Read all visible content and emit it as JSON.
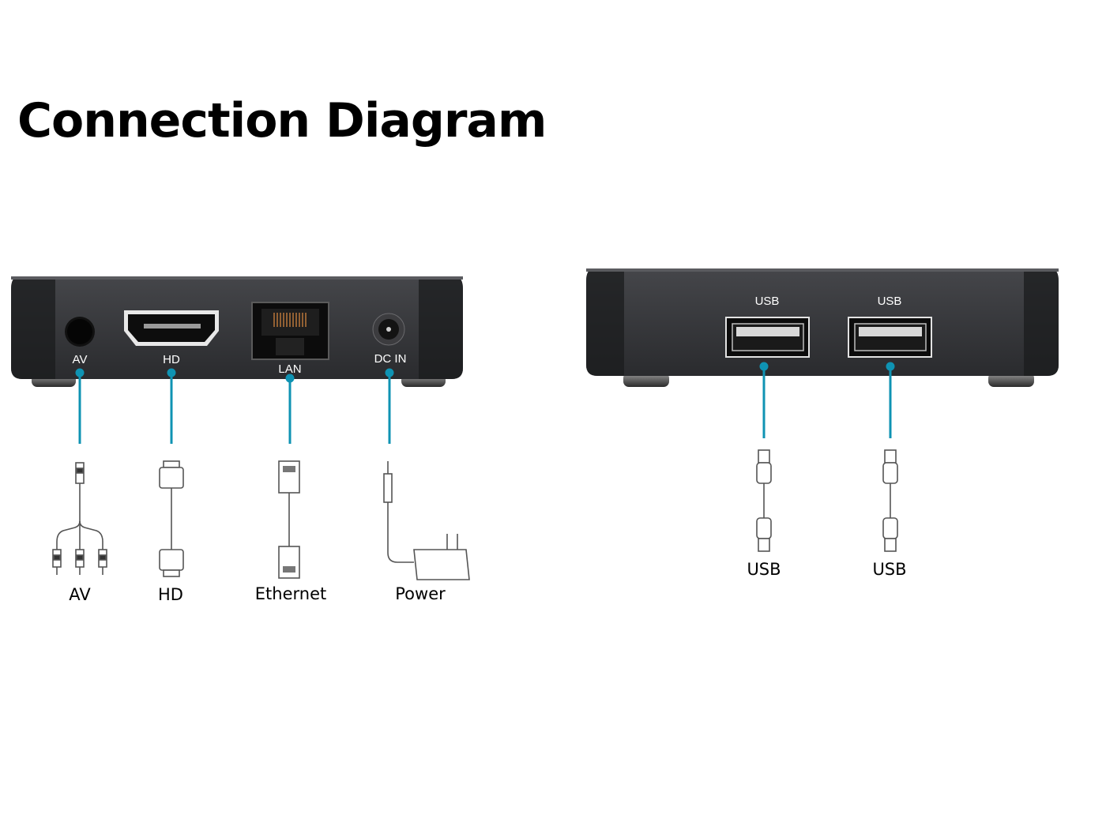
{
  "title": "Connection Diagram",
  "colors": {
    "accent": "#0f93b3",
    "device_body": "#2c2d30",
    "device_top": "#1c1d1f",
    "label": "#000000"
  },
  "back_panel": {
    "ports": [
      {
        "id": "av",
        "port_label": "AV",
        "cable_label": "AV",
        "icon": "rca-av-cable-icon"
      },
      {
        "id": "hd",
        "port_label": "HD",
        "cable_label": "HD",
        "icon": "hdmi-cable-icon"
      },
      {
        "id": "lan",
        "port_label": "LAN",
        "cable_label": "Ethernet",
        "icon": "ethernet-cable-icon"
      },
      {
        "id": "dc",
        "port_label": "DC IN",
        "cable_label": "Power",
        "icon": "power-adapter-icon"
      }
    ]
  },
  "side_panel": {
    "ports": [
      {
        "id": "usb1",
        "port_label": "USB",
        "cable_label": "USB",
        "icon": "usb-cable-icon"
      },
      {
        "id": "usb2",
        "port_label": "USB",
        "cable_label": "USB",
        "icon": "usb-cable-icon"
      }
    ]
  }
}
